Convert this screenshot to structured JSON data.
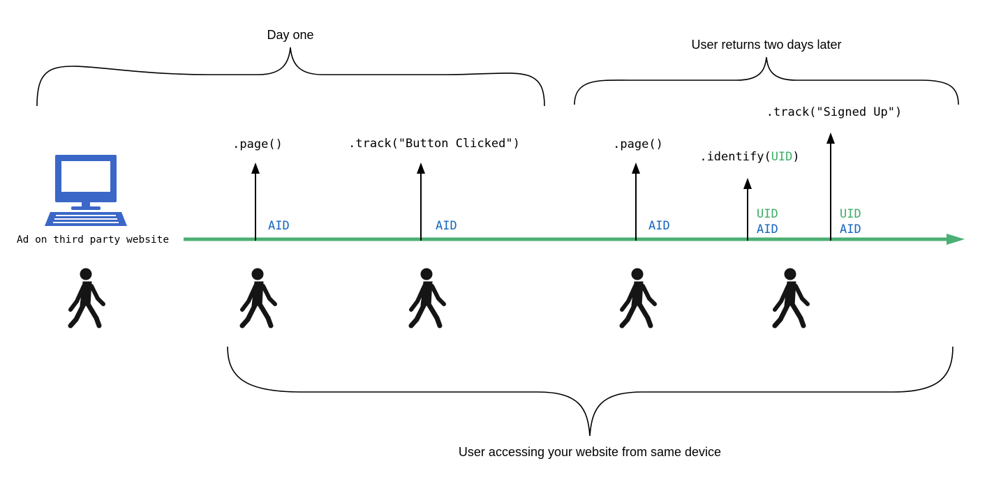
{
  "braces": {
    "day_one": "Day one",
    "returns": "User returns two days later",
    "same_device": "User accessing your website from same device"
  },
  "ad_label": "Ad on third party website",
  "calls": {
    "page_1": ".page()",
    "track_button": ".track(\"Button Clicked\")",
    "page_2": ".page()",
    "identify_prefix": ".identify(",
    "identify_uid": "UID",
    "identify_suffix": ")",
    "track_signed": ".track(\"Signed Up\")"
  },
  "ids": {
    "aid": "AID",
    "uid": "UID"
  },
  "icons": {
    "computer": "desktop-computer-icon",
    "person": "walking-person-icon"
  },
  "colors": {
    "timeline": "#4caf74",
    "aid": "#1565c0",
    "uid": "#3cae68",
    "computer": "#3b67c8",
    "ink": "#000000",
    "figure": "#151515"
  }
}
